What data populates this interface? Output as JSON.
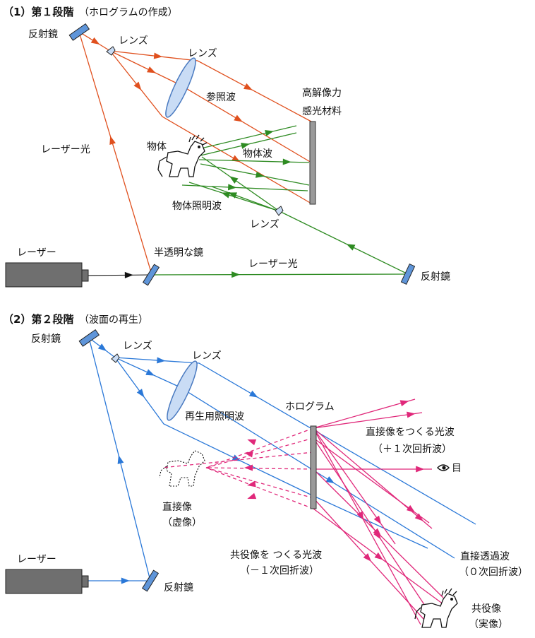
{
  "colors": {
    "orange": "#e0501e",
    "green": "#2e8b22",
    "blue": "#2a78d8",
    "magenta": "#e0287a",
    "optic_blue": "#5f95d9",
    "lens_fill": "#c9dcf5",
    "plate": "#9a9a9a",
    "laser_body": "#6f6f6f",
    "black": "#111111"
  },
  "stage1": {
    "heading": "（1）第１段階",
    "heading_sub": "（ホログラムの作成）",
    "labels": {
      "mirror_top": "反射鏡",
      "lens_small": "レンズ",
      "lens_big": "レンズ",
      "reference": "参照波",
      "material_1": "高解像力",
      "material_2": "感光材料",
      "laser_light_left": "レーザー光",
      "object": "物体",
      "object_wave": "物体波",
      "illumination": "物体照明波",
      "lens_ill": "レンズ",
      "laser": "レーザー",
      "half_mirror": "半透明な鏡",
      "laser_light_bottom": "レーザー光",
      "mirror_right": "反射鏡"
    }
  },
  "stage2": {
    "heading": "（2）第２段階",
    "heading_sub": "（波面の再生）",
    "labels": {
      "mirror_top": "反射鏡",
      "lens_small": "レンズ",
      "lens_big": "レンズ",
      "hologram": "ホログラム",
      "recon_light": "再生用照明波",
      "direct_1": "直接像をつくる光波",
      "direct_2": "（＋１次回折波）",
      "eye": "目",
      "virtual_1": "直接像",
      "virtual_2": "（虚像）",
      "conj_1": "共役像を つくる光波",
      "conj_2": "（－１次回折波）",
      "trans_1": "直接透過波",
      "trans_2": "（０次回折波）",
      "real_1": "共役像",
      "real_2": "（実像）",
      "laser": "レーザー",
      "mirror_bottom": "反射鏡"
    }
  }
}
